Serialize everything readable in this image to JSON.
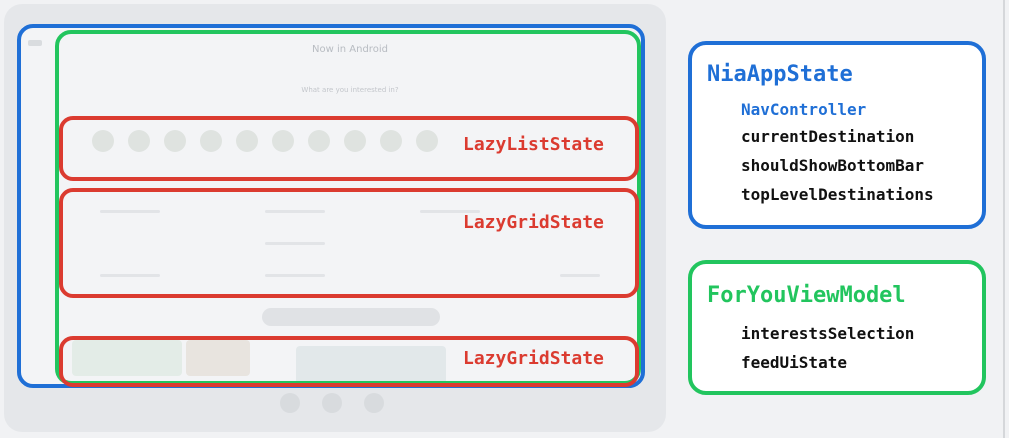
{
  "background_app": {
    "title": "Now in Android",
    "subtitle": "What are you interested in?"
  },
  "overlays": {
    "list_state_label": "LazyListState",
    "grid_state_label_top": "LazyGridState",
    "grid_state_label_bottom": "LazyGridState"
  },
  "app_state_panel": {
    "title": "NiaAppState",
    "highlighted_item": "NavController",
    "items": [
      "currentDestination",
      "shouldShowBottomBar",
      "topLevelDestinations"
    ]
  },
  "view_model_panel": {
    "title": "ForYouViewModel",
    "items": [
      "interestsSelection",
      "feedUiState"
    ]
  },
  "colors": {
    "blue": "#1f6fd6",
    "green": "#22c55e",
    "red": "#db3b30"
  }
}
